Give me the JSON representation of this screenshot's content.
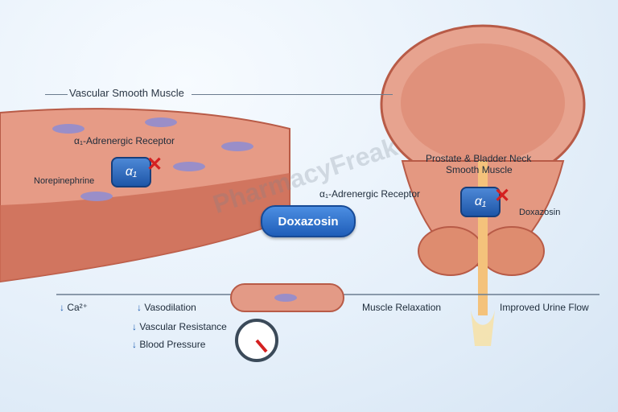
{
  "vascular_label": "Vascular Smooth Muscle",
  "alpha1_receptor_left": "α₁-Adrenergic Receptor",
  "norepinephrine": "Norepinephrine",
  "receptor_symbol": "α₁",
  "drug_pill": "Doxazosin",
  "watermark": "PharmacyFreak",
  "prostate_label_1": "Prostate & Bladder Neck",
  "prostate_label_2": "Smooth Muscle",
  "alpha1_receptor_right": "α₁-Adrenergic Receptor",
  "doxazosin_right": "Doxazosin",
  "down_ca": "Ca²⁺",
  "vasodilation": "Vasodilation",
  "vascular_resistance": "Vascular Resistance",
  "blood_pressure": "Blood Pressure",
  "muscle_relaxation": "Muscle Relaxation",
  "improved_flow": "Improved Urine Flow",
  "down_arrow_symbol": "↓",
  "colors": {
    "tissue": "#d9765f",
    "receptor": "#2b63b4",
    "block": "#d42020"
  }
}
